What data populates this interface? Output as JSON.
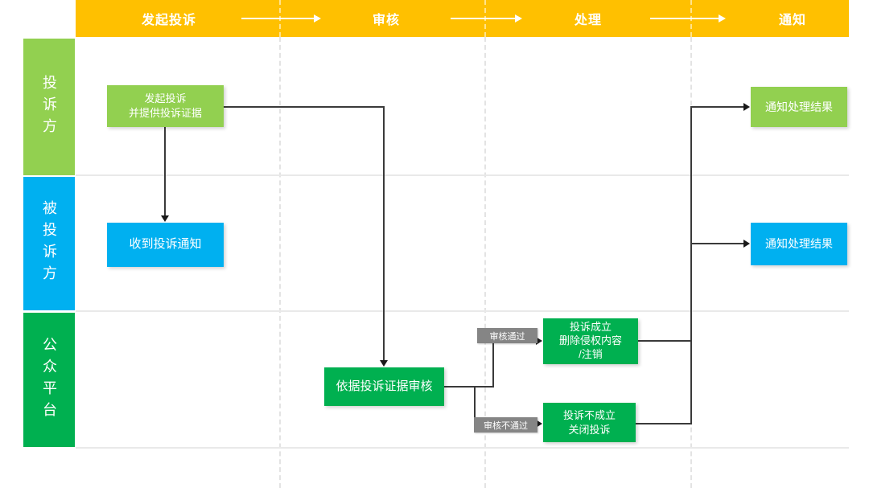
{
  "header": {
    "phases": [
      "发起投诉",
      "审核",
      "处理",
      "通知"
    ]
  },
  "lanes": [
    {
      "label": "投诉方",
      "color": "#92D050"
    },
    {
      "label": "被投诉方",
      "color": "#00B0F0"
    },
    {
      "label": "公众平台",
      "color": "#00B050"
    }
  ],
  "nodes": {
    "initiate": {
      "text": "发起投诉\n并提供投诉证据",
      "color": "#92D050"
    },
    "received": {
      "text": "收到投诉通知",
      "color": "#00B0F0"
    },
    "review": {
      "text": "依据投诉证据审核",
      "color": "#00B050"
    },
    "upheld": {
      "text": "投诉成立\n删除侵权内容\n/注销",
      "color": "#00B050"
    },
    "rejected": {
      "text": "投诉不成立\n关闭投诉",
      "color": "#00B050"
    },
    "notify_complainant": {
      "text": "通知处理结果",
      "color": "#92D050"
    },
    "notify_respondent": {
      "text": "通知处理结果",
      "color": "#00B0F0"
    }
  },
  "edge_labels": {
    "pass": "审核通过",
    "fail": "审核不通过"
  },
  "colors": {
    "header_bar": "#FFC000",
    "light_green": "#92D050",
    "blue": "#00B0F0",
    "green": "#00B050",
    "edge_label_bg": "#858585",
    "connector": "#3a3a3a",
    "grid_line": "#E9E9E9"
  }
}
